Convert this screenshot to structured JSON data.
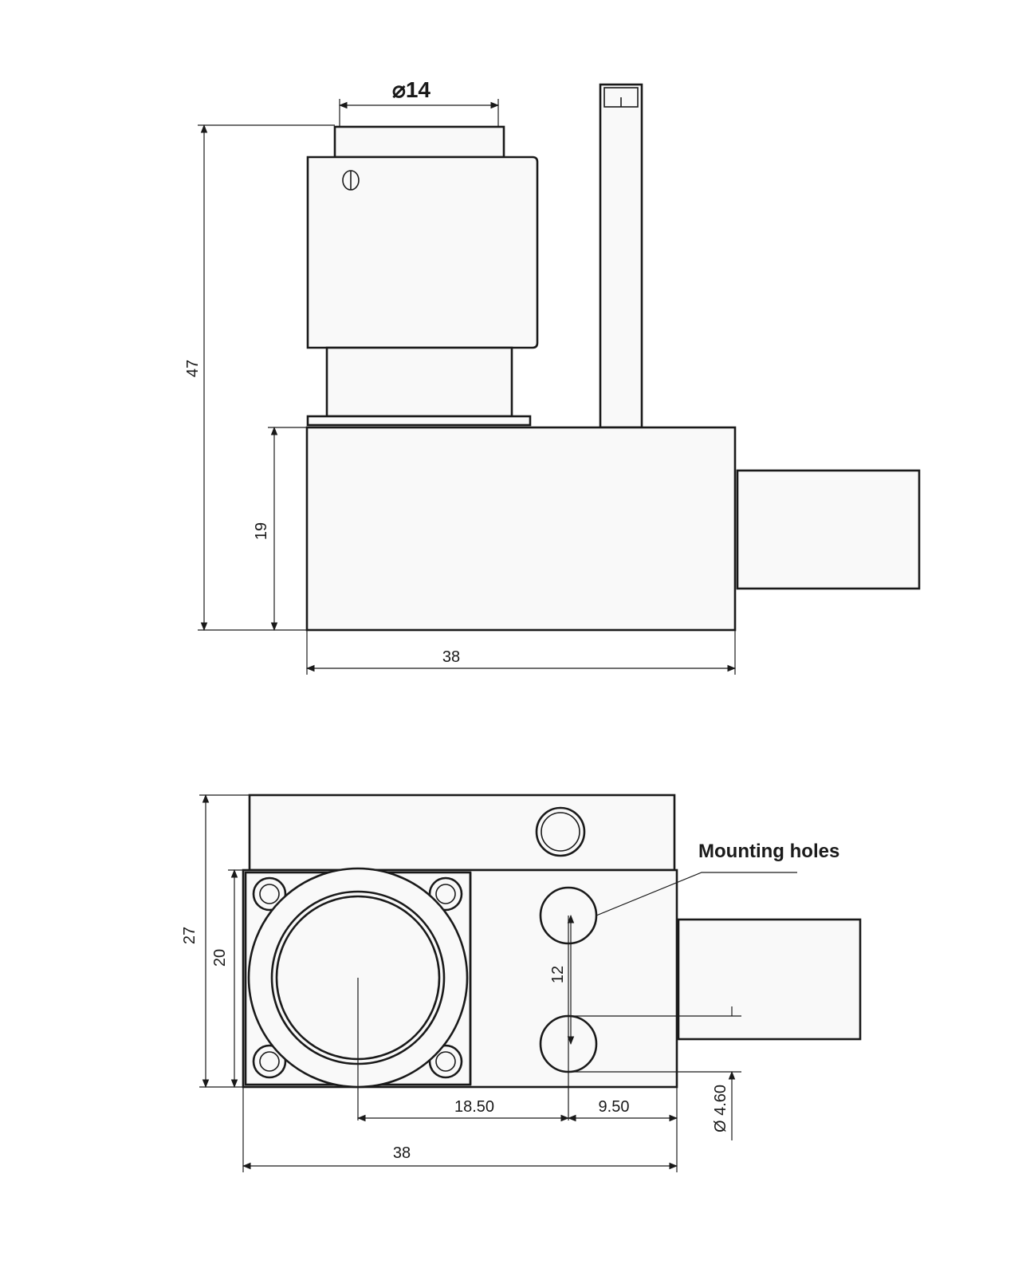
{
  "side_view": {
    "diameter_top": "⌀14",
    "height_total": "47",
    "height_base": "19",
    "width_base": "38"
  },
  "top_view": {
    "height_total": "27",
    "height_inner": "20",
    "hole_spacing": "12",
    "hole_diameter": "Ø 4.60",
    "offset_center": "18.50",
    "offset_edge": "9.50",
    "width_total": "38",
    "callout_label": "Mounting holes"
  }
}
